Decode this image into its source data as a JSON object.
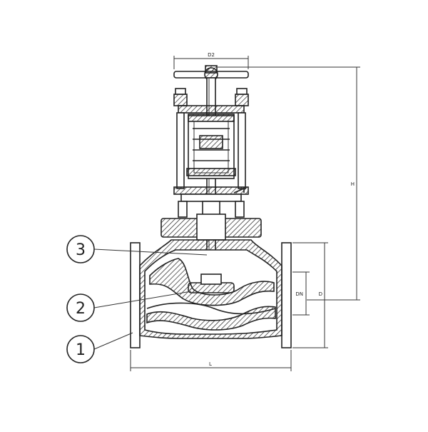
{
  "dimensions": {
    "handwheel": "D2",
    "height": "H",
    "nominal_diameter": "DN",
    "flange_diameter": "D",
    "length": "L"
  },
  "callouts": [
    {
      "number": "3"
    },
    {
      "number": "2"
    },
    {
      "number": "1"
    }
  ],
  "colors": {
    "line": "#222222",
    "background": "#ffffff"
  }
}
